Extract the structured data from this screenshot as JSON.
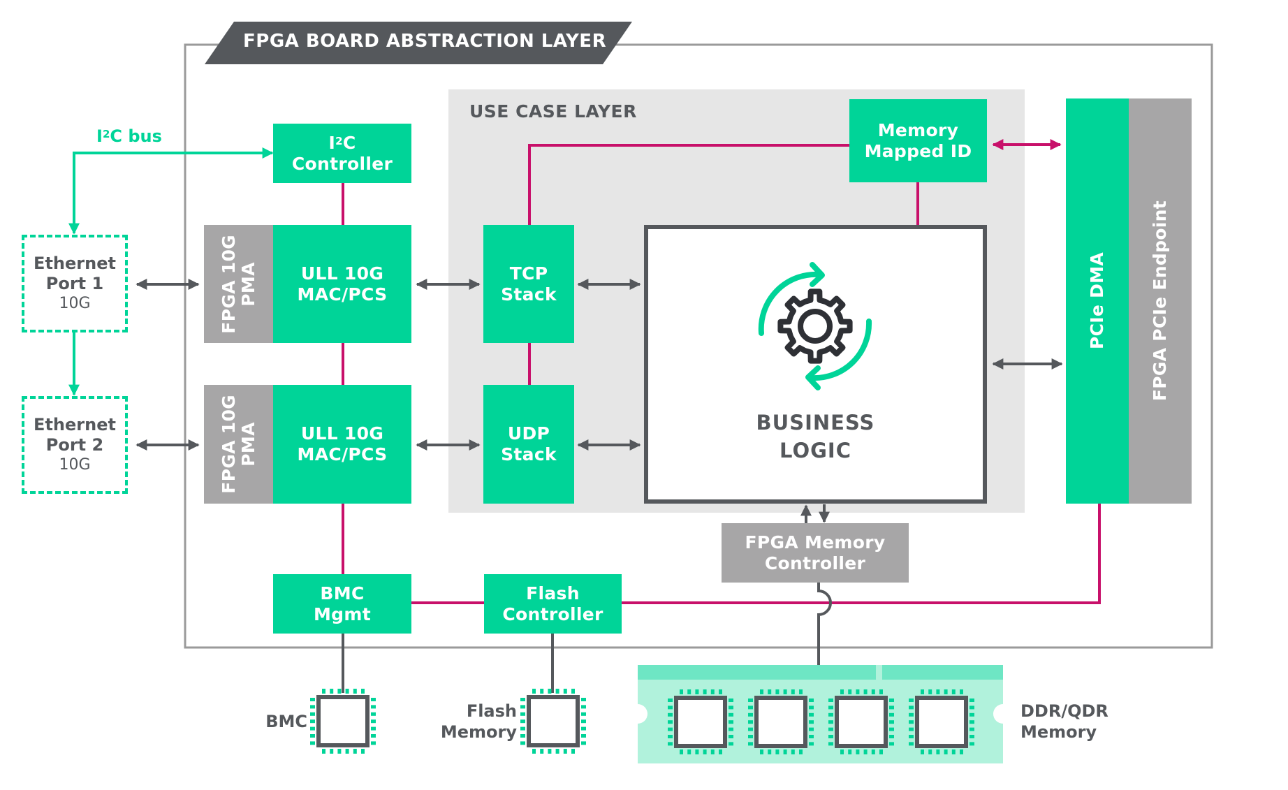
{
  "title": "FPGA BOARD ABSTRACTION LAYER",
  "use_case_layer": {
    "title": "USE CASE LAYER",
    "business_logic": {
      "line1": "BUSINESS",
      "line2": "LOGIC",
      "icon": "gear-cycle-icon"
    },
    "tcp_stack": {
      "line1": "TCP",
      "line2": "Stack"
    },
    "udp_stack": {
      "line1": "UDP",
      "line2": "Stack"
    },
    "memory_mapped_id": {
      "line1": "Memory",
      "line2": "Mapped ID"
    }
  },
  "blocks": {
    "i2c_controller": {
      "line1_base": "I",
      "line1_sup": "2",
      "line1_rest": "C",
      "line2": "Controller"
    },
    "mac_pcs_1": {
      "line1": "ULL 10G",
      "line2": "MAC/PCS"
    },
    "mac_pcs_2": {
      "line1": "ULL 10G",
      "line2": "MAC/PCS"
    },
    "pma_1": {
      "line1": "FPGA 10G",
      "line2": "PMA"
    },
    "pma_2": {
      "line1": "FPGA 10G",
      "line2": "PMA"
    },
    "pcie_dma": "PCIe DMA",
    "pcie_endpoint": "FPGA PCIe Endpoint",
    "memory_controller": {
      "line1": "FPGA Memory",
      "line2": "Controller"
    },
    "bmc_mgmt": {
      "line1": "BMC",
      "line2": "Mgmt"
    },
    "flash_controller": {
      "line1": "Flash",
      "line2": "Controller"
    }
  },
  "external": {
    "i2c_bus": {
      "base": "I",
      "sup": "2",
      "rest": "C bus"
    },
    "ethernet_1": {
      "line1": "Ethernet",
      "line2": "Port 1",
      "speed": "10G"
    },
    "ethernet_2": {
      "line1": "Ethernet",
      "line2": "Port 2",
      "speed": "10G"
    },
    "bmc": "BMC",
    "flash_memory": {
      "line1": "Flash",
      "line2": "Memory"
    },
    "ddr_memory": {
      "line1": "DDR/QDR",
      "line2": "Memory"
    }
  },
  "colors": {
    "accent_green": "#00d498",
    "link_pink": "#c8106a",
    "dark_grey": "#55585c",
    "block_grey": "#a7a6a7",
    "use_case_bg": "#e6e6e6",
    "ddr_light": "#b1f2dc",
    "ddr_strip": "#6ee6c4"
  }
}
